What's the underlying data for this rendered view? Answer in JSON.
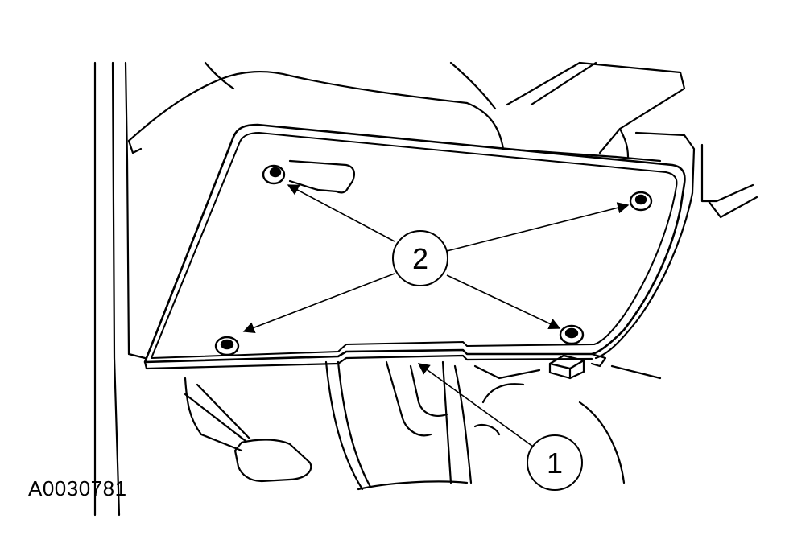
{
  "figure": {
    "id": "A0030781"
  },
  "callouts": [
    {
      "number": "1"
    },
    {
      "number": "2"
    }
  ]
}
